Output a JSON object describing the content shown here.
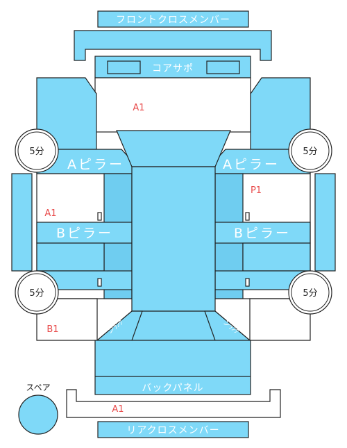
{
  "colors": {
    "panel_fill": "#7fd9f8",
    "panel_fill_dark": "#6fcdf0",
    "outline": "#222222",
    "damage_code": "#e84a4a"
  },
  "labels": {
    "front_cross_member": "フロントクロスメンバー",
    "core_support": "コアサポ",
    "a_pillar_left": "Aピラー",
    "a_pillar_right": "Aピラー",
    "b_pillar_left": "Bピラー",
    "b_pillar_right": "Bピラー",
    "back_panel": "バックパネル",
    "rear_cross_member": "リアクロスメンバー",
    "spare": "スペア",
    "trunk_left": "ンﾗﾝｸ",
    "trunk_right": "ンﾗﾝｸ"
  },
  "damage_codes": {
    "front_area": "A1",
    "left_sill": "A1",
    "right_a_pillar": "P1",
    "left_rear_quarter": "B1",
    "rear_cross_member": "A1"
  },
  "wheel_markers": {
    "front_left": "5分",
    "front_right": "5分",
    "rear_left": "5分",
    "rear_right": "5分"
  }
}
